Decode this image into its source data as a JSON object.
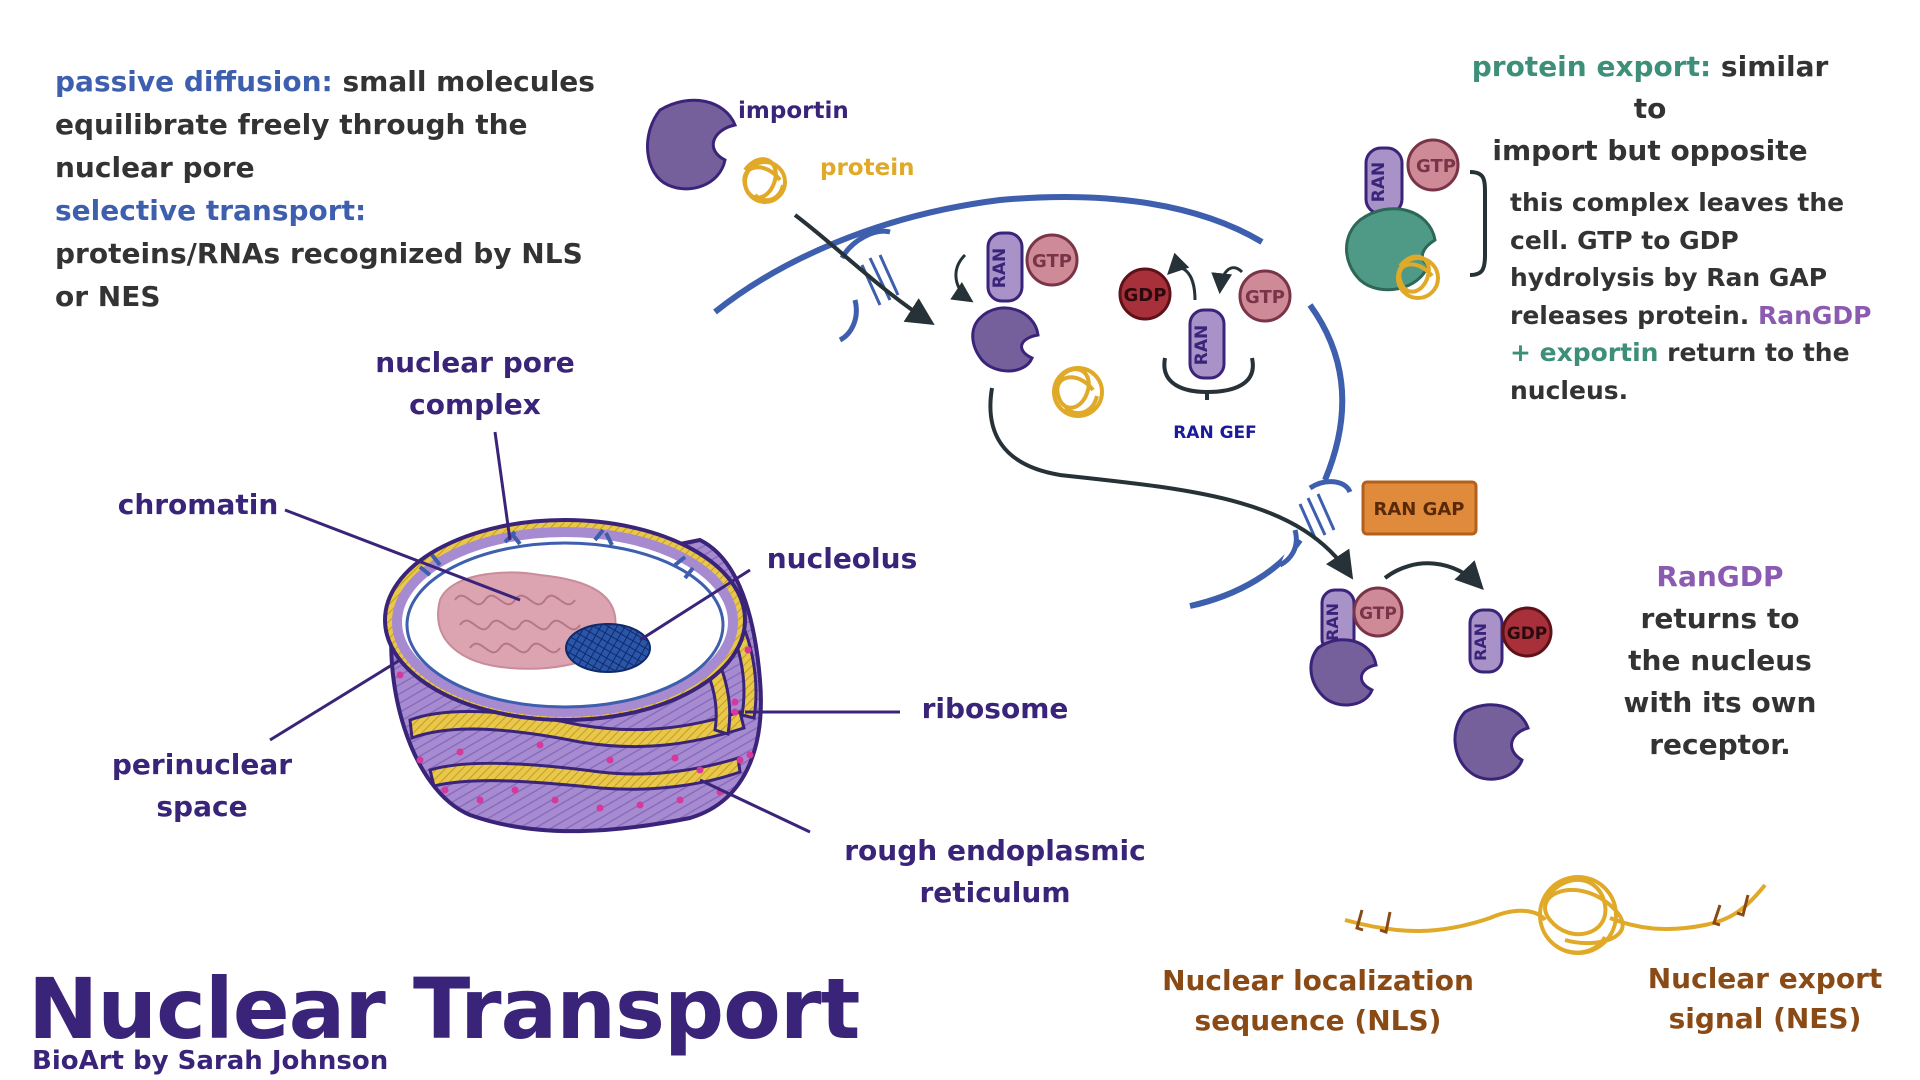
{
  "intro": {
    "passive_label": "passive diffusion:",
    "passive_text_1": " small molecules",
    "passive_text_2": "equilibrate freely through the",
    "passive_text_3": "nuclear pore",
    "selective_label": "selective transport:",
    "selective_text_1": "proteins/RNAs recognized by NLS",
    "selective_text_2": "or NES"
  },
  "export_note": {
    "label": "protein export:",
    "text_1": " similar to",
    "text_2": "import but opposite"
  },
  "complex_note": {
    "line_1": "this complex leaves the",
    "line_2": "cell. GTP to GDP",
    "line_3": "hydrolysis by Ran GAP",
    "line_4a": "releases protein. ",
    "line_4b": "RanGDP",
    "line_5a": "+ exportin",
    "line_5b": " return to the",
    "line_6": "nucleus."
  },
  "rangdp_note": {
    "line_1": "RanGDP",
    "line_2": "returns to",
    "line_3": "the nucleus",
    "line_4": "with its own",
    "line_5": "receptor."
  },
  "cell_labels": {
    "nuclear_pore_1": "nuclear pore",
    "nuclear_pore_2": "complex",
    "chromatin": "chromatin",
    "nucleolus": "nucleolus",
    "ribosome": "ribosome",
    "perinuclear_1": "perinuclear",
    "perinuclear_2": "space",
    "rough_er_1": "rough endoplasmic",
    "rough_er_2": "reticulum"
  },
  "pathway_labels": {
    "importin": "importin",
    "protein": "protein",
    "ran": "RAN",
    "gtp": "GTP",
    "gdp": "GDP",
    "ran_gef": "RAN GEF",
    "ran_gap": "RAN GAP"
  },
  "signals": {
    "nls_1": "Nuclear localization",
    "nls_2": "sequence (NLS)",
    "nes_1": "Nuclear export",
    "nes_2": "signal (NES)"
  },
  "footer": {
    "title": "Nuclear Transport",
    "credit": "BioArt by Sarah Johnson"
  },
  "colors": {
    "dark_purple": "#3a2479",
    "membrane_blue": "#3d5fad",
    "importin": "#76609c",
    "ran": "#a892c8",
    "gtp": "#cf8a98",
    "gdp": "#a8303a",
    "protein_gold": "#e0a928",
    "exportin": "#4f9a87",
    "ran_gap": "#e08a3c",
    "signal_brown": "#8a4a16"
  }
}
